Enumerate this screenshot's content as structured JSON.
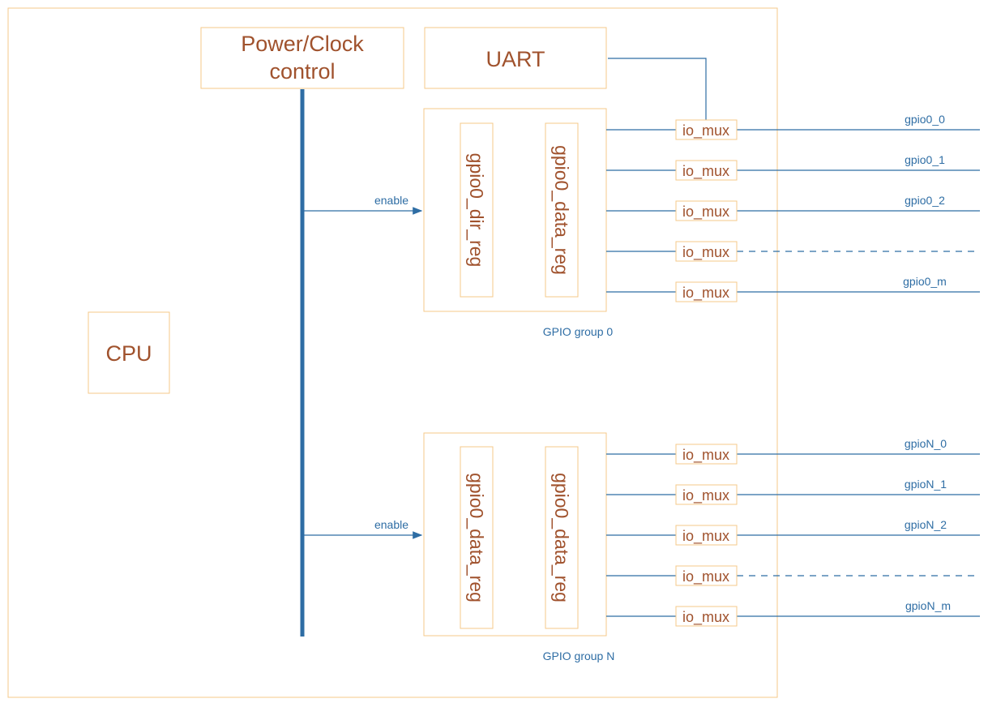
{
  "blocks": {
    "power_clock": [
      "Power/Clock",
      "control"
    ],
    "uart": "UART",
    "cpu": "CPU"
  },
  "groups": [
    {
      "name": "GPIO group 0",
      "enable_label": "enable",
      "registers": [
        "gpio0_dir_reg",
        "gpio0_data_reg"
      ],
      "mux_label": "io_mux",
      "pins": [
        "gpio0_0",
        "gpio0_1",
        "gpio0_2",
        "",
        "gpio0_m"
      ]
    },
    {
      "name": "GPIO group N",
      "enable_label": "enable",
      "registers": [
        "gpio0_data_reg",
        "gpio0_data_reg"
      ],
      "mux_label": "io_mux",
      "pins": [
        "gpioN_0",
        "gpioN_1",
        "gpioN_2",
        "",
        "gpioN_m"
      ]
    }
  ],
  "colors": {
    "box_border": "#f5c88a",
    "text": "#a0522d",
    "wire": "#2e6da4"
  }
}
